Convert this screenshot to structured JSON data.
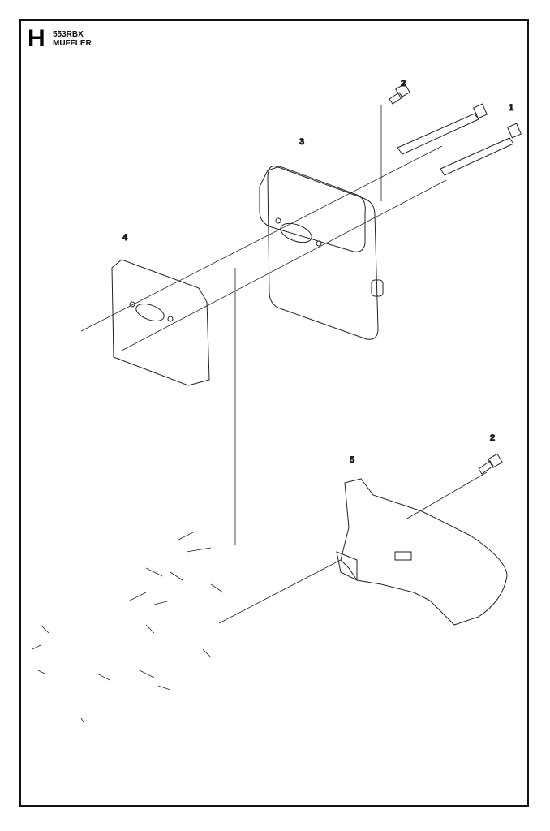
{
  "header": {
    "section": "H",
    "model": "553RBX",
    "title": "MUFFLER"
  },
  "callouts": [
    {
      "number": "1",
      "part": "long-screw"
    },
    {
      "number": "2",
      "part": "screw"
    },
    {
      "number": "3",
      "part": "muffler"
    },
    {
      "number": "4",
      "part": "muffler-gasket-plate"
    },
    {
      "number": "2",
      "part": "screw"
    },
    {
      "number": "5",
      "part": "muffler-guard"
    }
  ]
}
